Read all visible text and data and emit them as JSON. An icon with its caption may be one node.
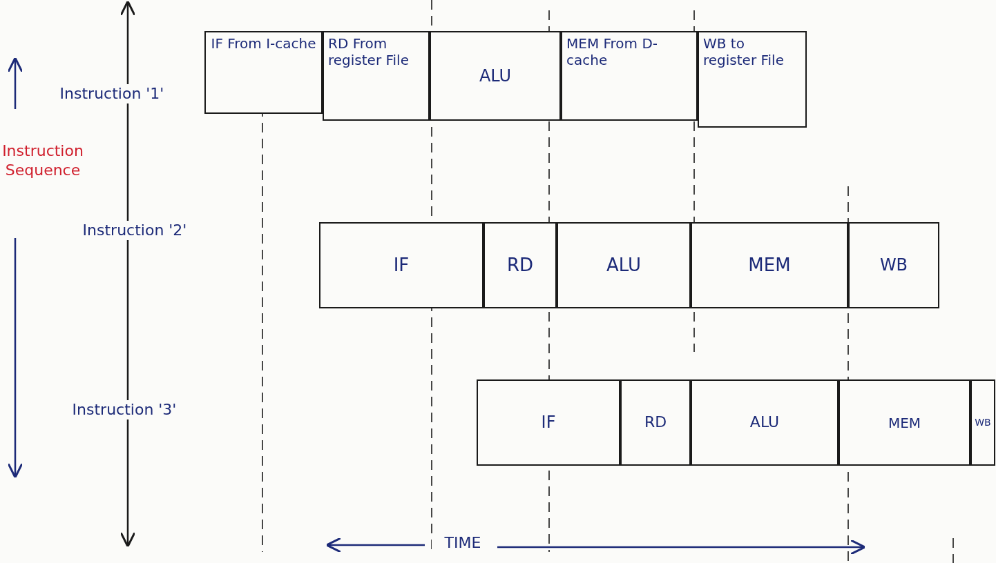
{
  "diagram": {
    "nodes": [
      {
        "text": [
          "IF From I-cache"
        ]
      },
      {
        "text": [
          "RD From register File"
        ]
      },
      {
        "text": [
          "ALU"
        ]
      },
      {
        "text": [
          "MEM From D-cache"
        ]
      },
      {
        "text": [
          "WB to register File"
        ]
      },
      {
        "text": [
          "IF"
        ]
      },
      {
        "text": [
          "RD"
        ]
      },
      {
        "text": [
          "ALU"
        ]
      },
      {
        "text": [
          "MEM"
        ]
      },
      {
        "text": [
          "WB"
        ]
      },
      {
        "text": [
          "IF"
        ]
      },
      {
        "text": [
          "RD"
        ]
      },
      {
        "text": [
          "ALU"
        ]
      },
      {
        "text": [
          "MEM"
        ]
      },
      {
        "text": [
          "WB"
        ]
      }
    ],
    "labels": [
      "Instruction '1'",
      "Instruction Sequence",
      "Instruction '2'",
      "Instruction '3'",
      "TIME"
    ]
  }
}
